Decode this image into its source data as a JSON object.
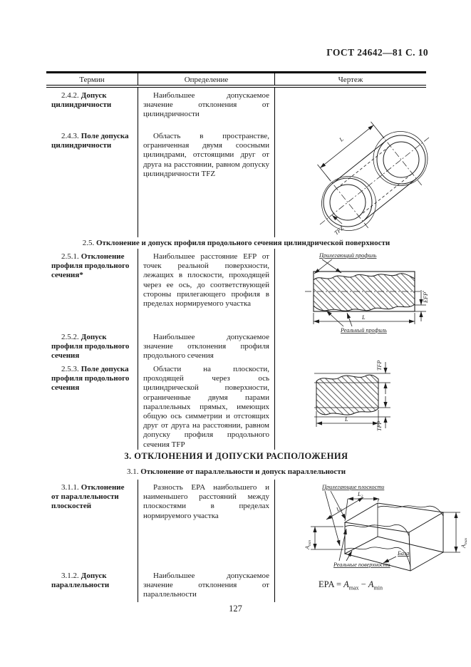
{
  "page": {
    "header": "ГОСТ 24642—81 С. 10",
    "page_number": "127"
  },
  "table": {
    "columns": [
      "Термин",
      "Определение",
      "Чертеж"
    ]
  },
  "sections": {
    "s25": {
      "num": "2.5.",
      "title": "Отклонение и допуск профиля продольного сечения цилиндрической поверхности"
    },
    "s3": {
      "num": "3.",
      "title": "ОТКЛОНЕНИЯ И ДОПУСКИ РАСПОЛОЖЕНИЯ"
    },
    "s31": {
      "num": "3.1.",
      "title": "Отклонение от параллельности и допуск параллельности"
    }
  },
  "rows": {
    "r242": {
      "num": "2.4.2.",
      "term": "Допуск цилиндричности",
      "definition": "Наибольшее допускаемое значение отклонения от цилиндричности"
    },
    "r243": {
      "num": "2.4.3.",
      "term": "Поле допуска цилиндричности",
      "definition": "Область в пространстве, ограниченная двумя соосными цилиндрами, отстоящими друг от друга на расстоянии, равном допуску цилиндричности TFZ"
    },
    "r251": {
      "num": "2.5.1.",
      "term": "Отклонение профиля продольного сечения*",
      "definition": "Наибольшее расстояние EFP от точек реальной поверхности, лежащих в плоскости, проходящей через ее ось, до соответствующей стороны прилегающего профиля в пределах нормируемого участка"
    },
    "r252": {
      "num": "2.5.2.",
      "term": "Допуск профиля продольного сечения",
      "definition": "Наибольшее допускаемое значение отклонения профиля продольного сечения"
    },
    "r253": {
      "num": "2.5.3.",
      "term": "Поле допуска профиля продольного сечения",
      "definition": "Области на плоскости, проходящей через ось цилиндрической поверхности, ограниченные двумя парами параллельных прямых, имеющих общую ось симметрии и отстоящих друг от друга на расстоянии, равном допуску профиля продольного сечения TFP"
    },
    "r311": {
      "num": "3.1.1.",
      "term": "Отклонение от параллельности плоскостей",
      "definition": "Разность EPA наибольшего и наименьшего расстояний между плоскостями в пределах нормируемого участка"
    },
    "r312": {
      "num": "3.1.2.",
      "term": "Допуск параллельности",
      "definition": "Наибольшее допускаемое значение отклонения от параллельности"
    }
  },
  "drawings": {
    "cylinder": {
      "length_label": "L",
      "tolerance_label": "TFZ"
    },
    "profile": {
      "adjacent_label": "Прилегающий профиль",
      "real_label": "Реальный профиль",
      "efp_label": "EFP",
      "length_label": "L"
    },
    "band": {
      "tfp_label": "TFP",
      "length_label": "L"
    },
    "planes": {
      "adjacent_label": "Прилегающие плоскости",
      "real_label": "Реальные поверхности",
      "base_label": "База",
      "l_label": "L",
      "l1_sub": "1",
      "l2_sub": "2",
      "a_label": "A",
      "max_label": "max",
      "min_label": "min"
    },
    "formula": {
      "lhs": "EPA",
      "equals": "=",
      "a_label": "A",
      "max_sub": "max",
      "minus": "−",
      "min_sub": "min"
    }
  },
  "colors": {
    "ink": "#1c1c1c",
    "paper": "#ffffff"
  }
}
